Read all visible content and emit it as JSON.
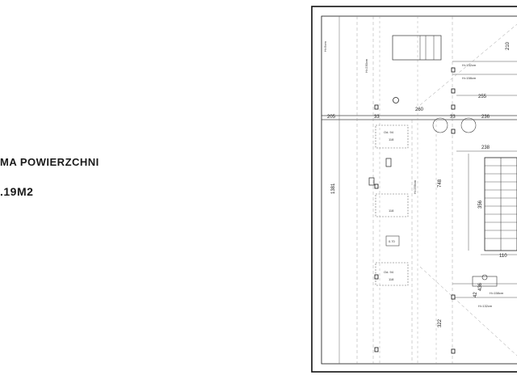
{
  "sheet": {
    "heading_fragment": "MA POWIERZCHNI",
    "area_fragment": ".19M2"
  },
  "plan": {
    "dims": {
      "d205": "205",
      "d33a": "33",
      "d260": "260",
      "d33b": "33",
      "d236": "236",
      "d255": "255",
      "d238": "238",
      "d210": "210",
      "d1381": "1381",
      "d748": "748",
      "d356": "356",
      "d110": "110",
      "d322": "322",
      "d436": "436",
      "d42": "42"
    },
    "labels": {
      "od94_top": "Od. 94",
      "n118_top": "118",
      "n118_mid": "118",
      "od94_bot": "Od. 94",
      "n118_bot": "118",
      "mid_box": "0.70",
      "h158_top": "H=158cm",
      "h132_top": "H=132cm",
      "h158_bot": "H=158cm",
      "h132_bot": "H=132cm",
      "h5cm": "H=5cm",
      "h230": "H=230cm",
      "h256": "H=256cm"
    }
  }
}
